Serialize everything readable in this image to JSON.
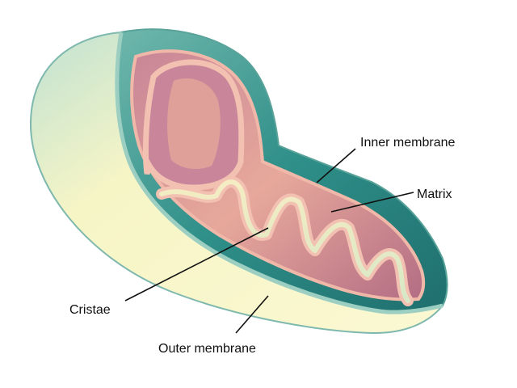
{
  "labels": {
    "inner_membrane": "Inner membrane",
    "matrix": "Matrix",
    "cristae": "Cristae",
    "outer_membrane": "Outer membrane"
  },
  "colors": {
    "outer_shell": "#f6f5c6",
    "outer_shell_edge": "#7fb8ae",
    "intermembrane": "#2f8f89",
    "inner_membrane": "#e69a8f",
    "matrix_fill": "#b86f86",
    "matrix_light": "#f3c3b6",
    "label_text": "#111111"
  }
}
